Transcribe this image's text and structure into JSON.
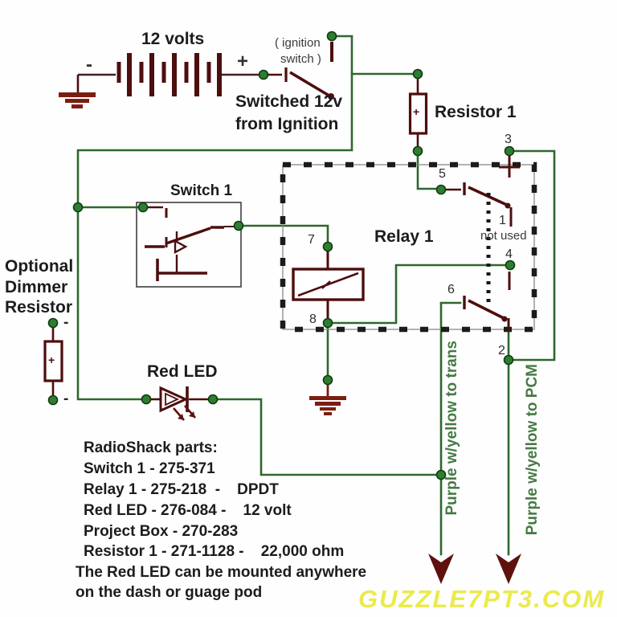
{
  "diagram": {
    "power": {
      "battery_label": "12 volts",
      "minus": "-",
      "plus": "+",
      "ignition_note_1": "( ignition",
      "ignition_note_2": "switch )",
      "switched_1": "Switched 12v",
      "switched_2": "from Ignition"
    },
    "resistor1": {
      "label": "Resistor 1",
      "plus": "+"
    },
    "switch1": {
      "label": "Switch 1"
    },
    "relay1": {
      "label": "Relay 1",
      "not_used": "not used",
      "pins": {
        "p1": "1",
        "p2": "2",
        "p3": "3",
        "p4": "4",
        "p5": "5",
        "p6": "6",
        "p7": "7",
        "p8": "8"
      }
    },
    "dimmer": {
      "line1": "Optional",
      "line2": "Dimmer",
      "line3": "Resistor",
      "minus_top": "-",
      "minus_bottom": "-",
      "plus": "+"
    },
    "led": {
      "label": "Red LED"
    },
    "wires": {
      "trans": "Purple w/yellow to trans",
      "pcm": "Purple w/yellow to PCM"
    },
    "parts_list": [
      "RadioShack parts:",
      "Switch 1 - 275-371",
      "Relay 1 - 275-218  -    DPDT",
      "Red LED - 276-084 -    12 volt",
      "Project Box - 270-283",
      "Resistor 1 - 271-1128 -    22,000 ohm",
      "The Red LED can be mounted anywhere",
      "on the dash or guage pod"
    ],
    "watermark": "GUZZLE7PT3.COM",
    "colors": {
      "wire_green": "#2e672e",
      "component_maroon": "#4d0e0e",
      "ground_red": "#7c1d12",
      "dot_green": "#2e7d32",
      "label_green": "#447a44",
      "watermark_yellow": "#eaea4d",
      "text_black": "#1c1c1c"
    }
  }
}
